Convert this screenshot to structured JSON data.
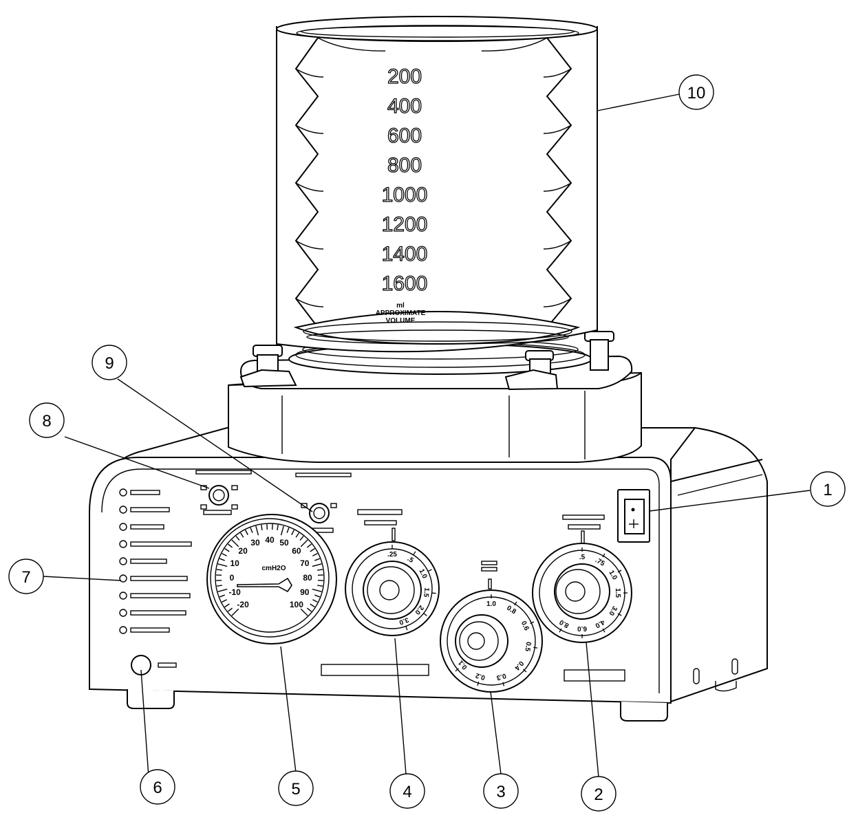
{
  "bellows": {
    "volume_marks": [
      "200",
      "400",
      "600",
      "800",
      "1000",
      "1200",
      "1400",
      "1600"
    ],
    "unit_lines": [
      "ml",
      "APPROXIMATE",
      "VOLUME"
    ]
  },
  "pressure_gauge": {
    "unit": "cmH2O",
    "scale": [
      "-20",
      "-10",
      "0",
      "10",
      "20",
      "30",
      "40",
      "50",
      "60",
      "70",
      "80",
      "90",
      "100"
    ]
  },
  "knob_4": {
    "labels": [
      ".25",
      ".5",
      "1.0",
      "1.5",
      "2.0",
      "3.0"
    ]
  },
  "knob_3": {
    "labels": [
      "1.0",
      "0.8",
      "0.6",
      "0.5",
      "0.4",
      "0.3",
      "0.2",
      "0.1"
    ]
  },
  "knob_2": {
    "labels": [
      ".5",
      ".75",
      "1.0",
      "1.5",
      "3.0",
      "4.0",
      "6.0",
      "8.0"
    ]
  },
  "callouts": [
    "1",
    "2",
    "3",
    "4",
    "5",
    "6",
    "7",
    "8",
    "9",
    "10"
  ]
}
